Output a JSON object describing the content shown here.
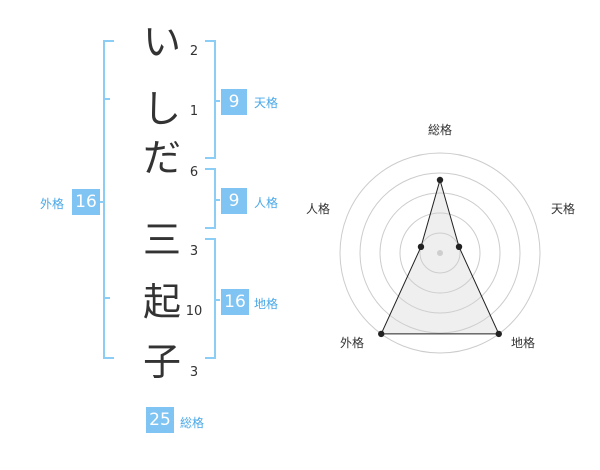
{
  "colors": {
    "accent": "#7fc4f3",
    "label": "#4aa8e8",
    "text": "#333333",
    "bracket": "#8ccdf6"
  },
  "name": {
    "chars": [
      "い",
      "し",
      "だ",
      "三",
      "起",
      "子"
    ],
    "strokes": [
      "2",
      "1",
      "6",
      "3",
      "10",
      "3"
    ]
  },
  "fortunes": {
    "tenkaku": {
      "value": "9",
      "label": "天格"
    },
    "jinkaku": {
      "value": "9",
      "label": "人格"
    },
    "chikaku": {
      "value": "16",
      "label": "地格"
    },
    "gaikaku": {
      "value": "16",
      "label": "外格"
    },
    "soukaku": {
      "value": "25",
      "label": "総格"
    }
  },
  "radar": {
    "axes": [
      {
        "label": "総格",
        "value": 0.73
      },
      {
        "label": "天格",
        "value": 0.2
      },
      {
        "label": "地格",
        "value": 1.0
      },
      {
        "label": "外格",
        "value": 1.0
      },
      {
        "label": "人格",
        "value": 0.2
      }
    ]
  }
}
